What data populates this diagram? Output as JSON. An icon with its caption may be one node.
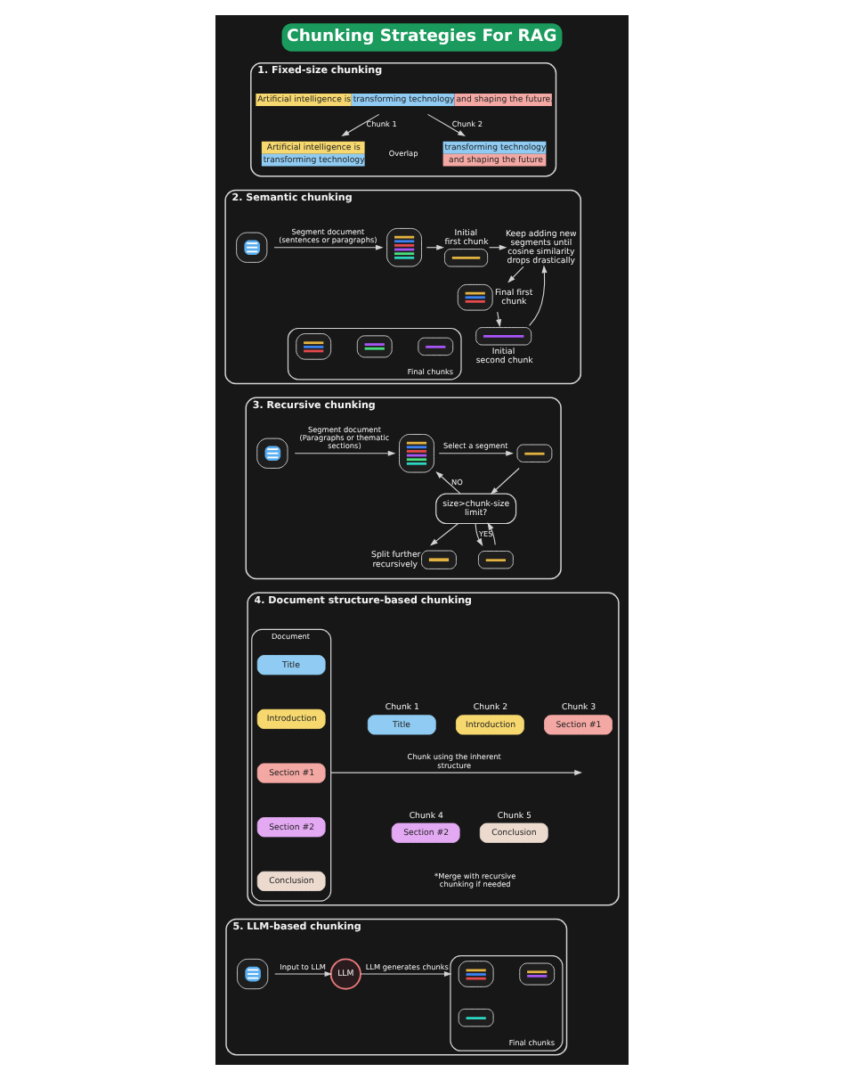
{
  "diagram": {
    "title": "Chunking Strategies For RAG",
    "nodes": [
      {
        "text": [
          "1. Fixed-size chunking"
        ]
      },
      {
        "text": [
          "Artificial intelligence is",
          "transforming technology",
          "and shaping the future."
        ],
        "in": 0
      },
      {
        "text": [
          "Artificial intelligence is",
          "transforming technology"
        ],
        "in": 0
      },
      {
        "text": [
          "transforming technology",
          "and shaping the future"
        ],
        "in": 0
      },
      {
        "text": [
          "2. Semantic chunking"
        ]
      },
      {
        "text": [],
        "shape": "picture",
        "in": 4
      },
      {
        "text": [],
        "shape": "box",
        "in": 4
      },
      {
        "text": [
          "Initial first chunk"
        ],
        "in": 4
      },
      {
        "text": [
          "Keep adding new segments until cosine similarity drops drastically"
        ],
        "in": 4
      },
      {
        "text": [
          "Final chunks"
        ],
        "in": 4
      },
      {
        "text": [],
        "shape": "box",
        "in": 9
      },
      {
        "text": [],
        "shape": "box",
        "in": 9
      },
      {
        "text": [],
        "shape": "box",
        "in": 9
      },
      {
        "text": [
          "Initial second chunk"
        ],
        "in": 4
      },
      {
        "text": [
          "Final first chunk"
        ],
        "in": 4
      },
      {
        "text": [
          "3. Recursive chunking"
        ]
      },
      {
        "text": [],
        "shape": "picture",
        "in": 15
      },
      {
        "text": [],
        "shape": "box",
        "in": 15
      },
      {
        "text": [],
        "shape": "box",
        "in": 15
      },
      {
        "text": [
          "size>chunk-size limit?"
        ],
        "in": 15
      },
      {
        "text": [],
        "shape": "box",
        "beside": [
          "Split further recursively"
        ],
        "in": 15
      },
      {
        "text": [],
        "shape": "box",
        "in": 15
      },
      {
        "text": [
          "4. Document structure-based chunking"
        ]
      },
      {
        "text": [
          "Document"
        ],
        "in": 22
      },
      {
        "text": [
          "Title"
        ],
        "in": 23
      },
      {
        "text": [
          "Introduction"
        ],
        "in": 23
      },
      {
        "text": [
          "Section #1"
        ],
        "in": 23
      },
      {
        "text": [
          "Section #2"
        ],
        "in": 23
      },
      {
        "text": [
          "Conclusion"
        ],
        "in": 23
      },
      {
        "text": [
          "Chunk 1",
          "Title"
        ],
        "in": 22
      },
      {
        "text": [
          "Chunk 2",
          "Introduction"
        ],
        "in": 22
      },
      {
        "text": [
          "Chunk 3",
          "Section #1"
        ],
        "in": 22
      },
      {
        "text": [
          "Chunk 4",
          "Section #2"
        ],
        "in": 22
      },
      {
        "text": [
          "Chunk 5",
          "Conclusion"
        ],
        "in": 22
      },
      {
        "text": [
          "5. LLM-based chunking"
        ]
      },
      {
        "text": [],
        "shape": "picture",
        "in": 34
      },
      {
        "text": [
          "LLM"
        ],
        "in": 34
      },
      {
        "text": [
          "Final chunks"
        ],
        "in": 34
      },
      {
        "text": [],
        "shape": "box",
        "in": 37
      },
      {
        "text": [],
        "shape": "box",
        "in": 37
      },
      {
        "text": [],
        "shape": "box",
        "in": 37
      }
    ],
    "edges": [
      {
        "from": 1,
        "to": 2,
        "arrow": "to",
        "label": "Chunk 1"
      },
      {
        "from": 1,
        "to": 3,
        "arrow": "to",
        "label": "Chunk 2"
      },
      {
        "from": 5,
        "to": 6,
        "arrow": "to",
        "label": "Segment document (sentences or paragraphs)"
      },
      {
        "from": 6,
        "to": 7,
        "arrow": "to"
      },
      {
        "from": 7,
        "to": 8,
        "arrow": "to"
      },
      {
        "from": 8,
        "to": 14,
        "arrow": "to"
      },
      {
        "from": 14,
        "to": 13,
        "arrow": "to"
      },
      {
        "from": 13,
        "to": 8,
        "arrow": "to"
      },
      {
        "from": 16,
        "to": 17,
        "arrow": "to",
        "label": "Segment document (Paragraphs or thematic sections)"
      },
      {
        "from": 17,
        "to": 18,
        "arrow": "to",
        "label": "Select a segment"
      },
      {
        "from": 18,
        "to": 19,
        "arrow": "to"
      },
      {
        "from": 19,
        "to": 17,
        "arrow": "to",
        "label": "NO"
      },
      {
        "from": 19,
        "to": 20,
        "arrow": "to"
      },
      {
        "from": 19,
        "to": 21,
        "arrow": "to",
        "label": "YES"
      },
      {
        "from": 21,
        "to": 19,
        "arrow": "to"
      },
      {
        "from": 23,
        "to": null,
        "arrow": "to",
        "label": "Chunk using the inherent structure"
      },
      {
        "from": 35,
        "to": 36,
        "arrow": "to",
        "label": "Input to LLM"
      },
      {
        "from": 36,
        "to": 37,
        "arrow": "to",
        "label": "LLM generates chunks"
      }
    ],
    "labels": [
      "Overlap",
      "*Merge with recursive chunking if needed"
    ]
  }
}
